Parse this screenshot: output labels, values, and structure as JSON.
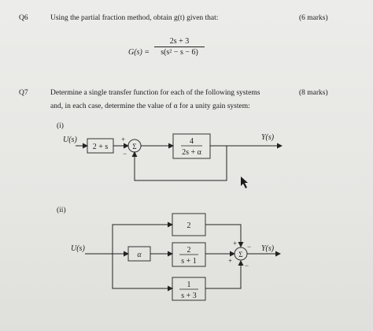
{
  "q6": {
    "number": "Q6",
    "prompt": "Using the partial fraction method, obtain g(t) given that:",
    "marks": "(6 marks)",
    "lhs": "G(s) =",
    "numerator": "2s + 3",
    "denominator": "s(s² − s − 6)"
  },
  "q7": {
    "number": "Q7",
    "prompt_line1": "Determine a single transfer function for each of the following systems",
    "prompt_line2": "and, in each case, determine the value of α for a unity gain system:",
    "marks": "(8 marks)"
  },
  "part_i": {
    "label": "(i)",
    "input": "U(s)",
    "block1": "2 + s",
    "sum_symbol": "Σ",
    "sign_plus": "+",
    "sign_minus": "−",
    "block2_num": "4",
    "block2_den": "2s + α",
    "output": "Y(s)"
  },
  "part_ii": {
    "label": "(ii)",
    "input": "U(s)",
    "alpha_block": "α",
    "top_block": "2",
    "mid_num": "2",
    "mid_den": "s + 1",
    "bottom_num": "1",
    "bottom_den": "s + 3",
    "sum_symbol": "Σ",
    "sign_top": "+",
    "sign_left": "+",
    "sign_right": "−",
    "sign_bottom": "−",
    "output": "Y(s)"
  }
}
